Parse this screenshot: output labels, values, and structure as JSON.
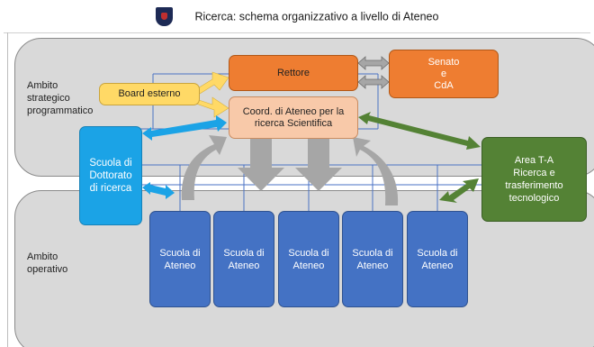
{
  "header": {
    "logo_text": "",
    "title": "Ricerca: schema organizzativo a livello di Ateneo"
  },
  "bands": {
    "strategic_label": "Ambito\nstrategico\nprogrammatico",
    "operative_label": "Ambito\noperativo"
  },
  "boxes": {
    "rettore": "Rettore",
    "senato": "Senato\ne\nCdA",
    "coord": "Coord. di Ateneo per la\nricerca Scientifica",
    "board": "Board esterno",
    "dottorato": "Scuola di\nDottorato\ndi ricerca",
    "area": "Area T-A\nRicerca e\ntrasferimento\ntecnologico",
    "scuole": [
      "Scuola di\nAteneo",
      "Scuola di\nAteneo",
      "Scuola di\nAteneo",
      "Scuola di\nAteneo",
      "Scuola di\nAteneo"
    ]
  },
  "colors": {
    "orange": "#ee7d31",
    "peach": "#f8c9a9",
    "yellow": "#ffd966",
    "light_blue": "#1ba3e6",
    "dark_blue": "#4472c4",
    "green": "#548235",
    "gray_arrow": "#a6a6a6",
    "band": "#d9d9d9"
  }
}
